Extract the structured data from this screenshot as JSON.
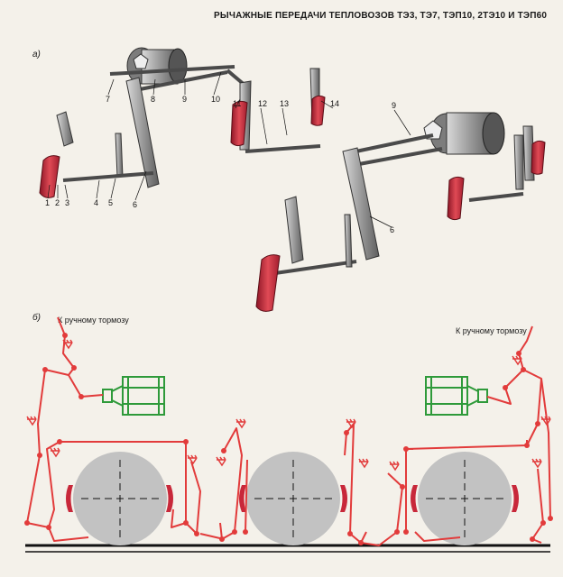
{
  "title": "РЫЧАЖНЫЕ ПЕРЕДАЧИ ТЕПЛОВОЗОВ ТЭ3, ТЭ7, ТЭП10, 2ТЭ10 И ТЭП60",
  "section_a": {
    "label": "а)"
  },
  "section_b": {
    "label": "б)",
    "note_left": "К ручному тормозу",
    "note_right": "К ручному тормозу"
  },
  "callouts": [
    "1",
    "2",
    "3",
    "4",
    "5",
    "6",
    "7",
    "8",
    "9",
    "10",
    "11",
    "12",
    "13",
    "14",
    "9",
    "6"
  ],
  "colors": {
    "linkage": "#e23b3b",
    "cylinder": "#2e9a3a",
    "shoe": "#c8283a",
    "wheel": "#bfbfbf",
    "metal": "#8c8c8c"
  }
}
